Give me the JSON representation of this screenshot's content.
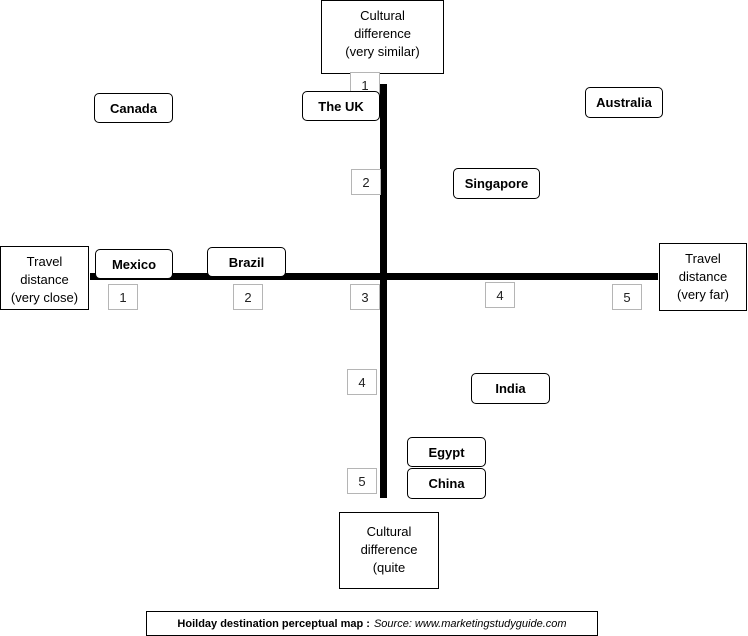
{
  "axes": {
    "top_label": [
      "Cultural",
      "difference",
      "(very similar)"
    ],
    "bottom_label": [
      "Cultural",
      "difference",
      "(quite"
    ],
    "left_label": [
      "Travel",
      "distance",
      "(very close)"
    ],
    "right_label": [
      "Travel",
      "distance",
      "(very far)"
    ],
    "x_ticks": [
      "1",
      "2",
      "3",
      "4",
      "5"
    ],
    "y_ticks": [
      "1",
      "2",
      "4",
      "5"
    ]
  },
  "destinations": [
    {
      "name": "Canada"
    },
    {
      "name": "The UK"
    },
    {
      "name": "Australia"
    },
    {
      "name": "Singapore"
    },
    {
      "name": "Mexico"
    },
    {
      "name": "Brazil"
    },
    {
      "name": "India"
    },
    {
      "name": "Egypt"
    },
    {
      "name": "China"
    }
  ],
  "caption": {
    "title": "Hoilday destination perceptual map :",
    "source": "Source: www.marketingstudyguide.com"
  }
}
